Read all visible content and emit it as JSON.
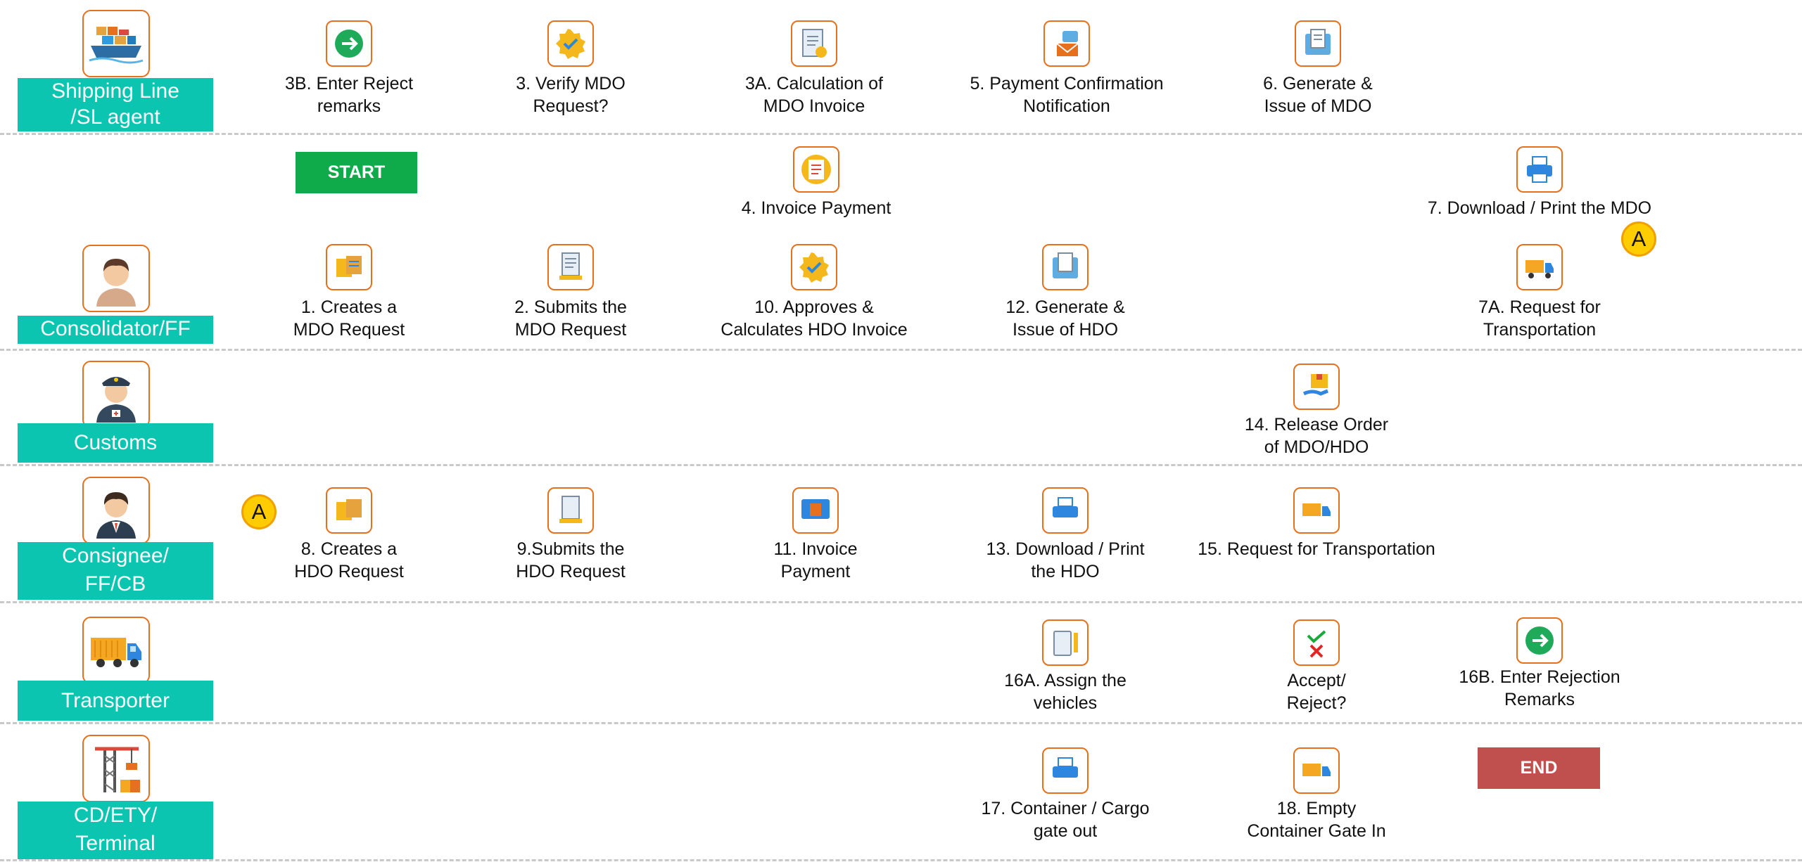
{
  "colors": {
    "accent": "#e6701b",
    "lane": "#0bc5b0",
    "start": "#0faa4a",
    "end": "#c0504d",
    "check": "#1aaa3b",
    "cross": "#e32525"
  },
  "lanes": [
    {
      "label": "Shipping Line\n/SL agent",
      "icon": "ship-icon"
    },
    {
      "label": "Consolidator/FF",
      "icon": "man-avatar-icon"
    },
    {
      "label": "Customs",
      "icon": "customs-officer-icon"
    },
    {
      "label": "Consignee/\nFF/CB",
      "icon": "businesswoman-avatar-icon"
    },
    {
      "label": "Transporter",
      "icon": "truck-icon"
    },
    {
      "label": "CD/ETY/\nTerminal",
      "icon": "crane-icon"
    }
  ],
  "terminals": {
    "start": "START",
    "end": "END"
  },
  "markers": {
    "a": "A"
  },
  "steps": {
    "s3b": "3B. Enter Reject\nremarks",
    "s3": "3. Verify MDO\nRequest?",
    "s3a": "3A. Calculation of\nMDO Invoice",
    "s5": "5. Payment Confirmation\nNotification",
    "s6": "6. Generate &\nIssue of MDO",
    "s4": "4. Invoice Payment",
    "s7": "7. Download / Print the MDO",
    "s1": "1. Creates a\nMDO Request",
    "s2": "2. Submits the\nMDO Request",
    "s10": "10. Approves &\nCalculates HDO Invoice",
    "s12": "12. Generate &\nIssue of HDO",
    "s7a": "7A. Request for\nTransportation",
    "s14": "14. Release Order\nof MDO/HDO",
    "s8": "8. Creates a\nHDO Request",
    "s9": "9.Submits the\nHDO Request",
    "s11": "11. Invoice\nPayment",
    "s13": "13. Download / Print\nthe HDO",
    "s15": "15. Request for Transportation",
    "s16a": "16A. Assign the\nvehicles",
    "sdec": "Accept/\nReject?",
    "s16b": "16B. Enter Rejection\nRemarks",
    "s17": "17. Container / Cargo\ngate out",
    "s18": "18. Empty\nContainer Gate In"
  }
}
